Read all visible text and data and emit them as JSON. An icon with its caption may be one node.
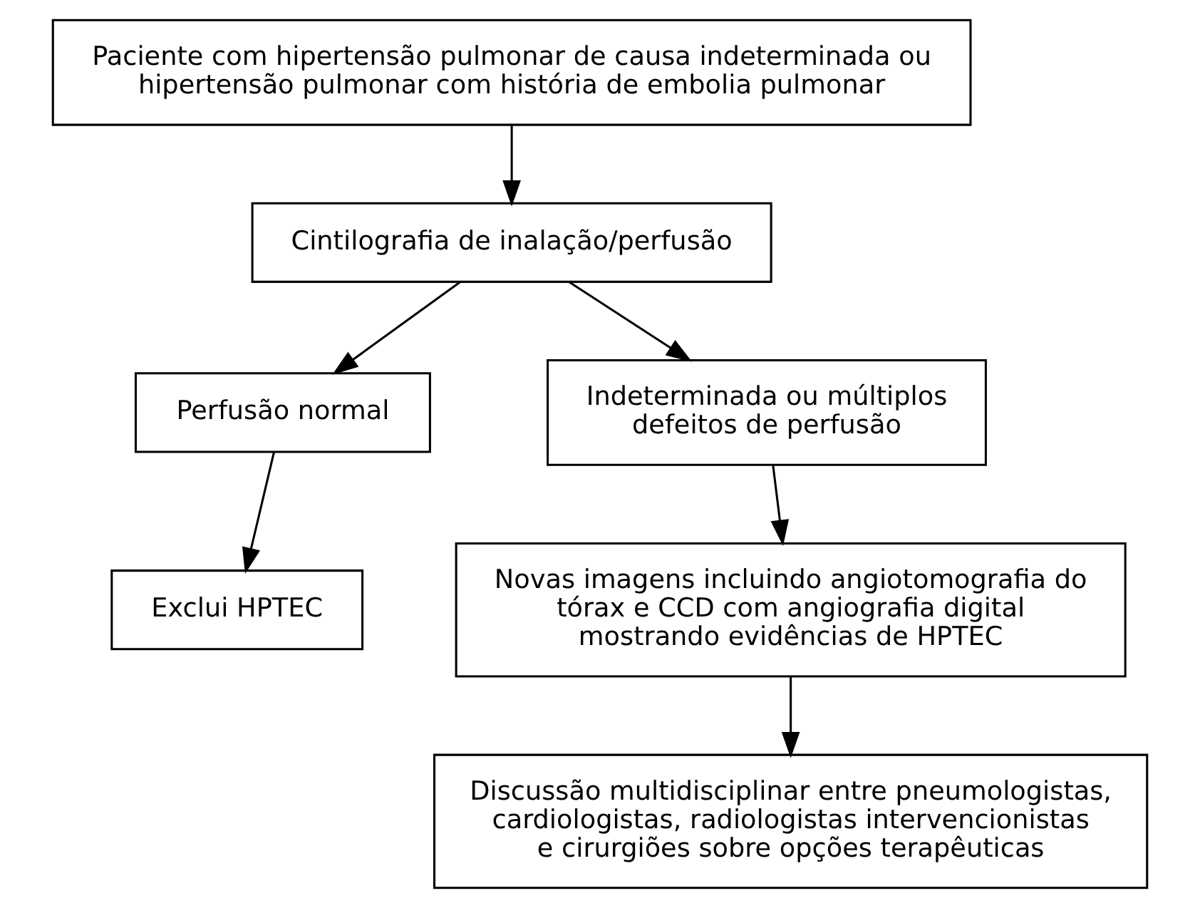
{
  "diagram": {
    "nodes": [
      {
        "text": [
          "Paciente com hipertensão pulmonar de causa indeterminada ou hipertensão pulmonar com história de embolia pulmonar"
        ]
      },
      {
        "text": [
          "Cintilografia de inalação/perfusão"
        ]
      },
      {
        "text": [
          "Perfusão normal"
        ]
      },
      {
        "text": [
          "Indeterminada ou múltiplos defeitos de perfusão"
        ]
      },
      {
        "text": [
          "Exclui HPTEC"
        ]
      },
      {
        "text": [
          "Novas imagens incluindo angiotomografia do tórax e CCD com angiografia digital mostrando evidências de HPTEC"
        ]
      },
      {
        "text": [
          "Discussão multidisciplinar entre pneumologistas, cardiologistas, radiologistas intervencionistas e cirurgiões sobre opções terapêuticas"
        ]
      }
    ],
    "edges": [
      {
        "from": 0,
        "to": 1,
        "arrow": "to"
      },
      {
        "from": 1,
        "to": 2,
        "arrow": "to"
      },
      {
        "from": 1,
        "to": 3,
        "arrow": "to"
      },
      {
        "from": 2,
        "to": 4,
        "arrow": "to"
      },
      {
        "from": 3,
        "to": 5,
        "arrow": "to"
      },
      {
        "from": 5,
        "to": 6,
        "arrow": "to"
      }
    ]
  }
}
